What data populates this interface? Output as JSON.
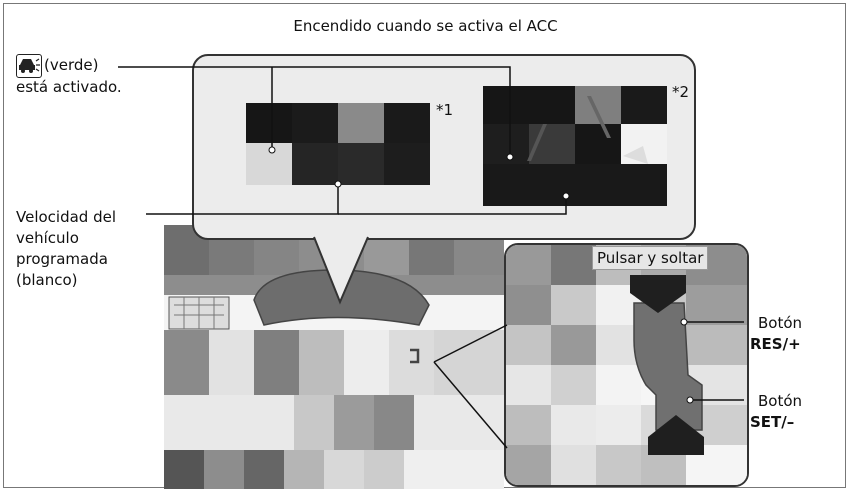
{
  "title": "Encendido cuando se activa el ACC",
  "labels": {
    "verde_line1": "(verde)",
    "verde_line2": "está activado.",
    "velocidad": [
      "Velocidad del",
      "vehículo",
      "programada",
      "(blanco)"
    ],
    "pulsar": "Pulsar y soltar",
    "res_boton": "Botón",
    "res_name": "RES/+",
    "set_boton": "Botón",
    "set_name": "SET/–",
    "star1": "*1",
    "star2": "*2"
  },
  "icons": {
    "acc_indicator": "car-with-radar-icon",
    "steering_button": "steering-switch-icon"
  },
  "colors": {
    "border": "#333333",
    "callout_bg": "#ececec"
  }
}
